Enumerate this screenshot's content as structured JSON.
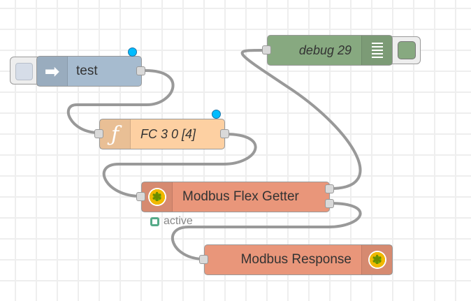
{
  "flow": {
    "nodes": [
      {
        "id": "inject",
        "type": "inject",
        "label": "test",
        "icon": "arrow-right-icon",
        "color": "#a6bbcf",
        "changed": true
      },
      {
        "id": "function",
        "type": "function",
        "label": "FC 3 0 [4]",
        "icon": "function-icon",
        "color": "#fdd0a2",
        "changed": true
      },
      {
        "id": "getter",
        "type": "modbus-flex-getter",
        "label": "Modbus Flex Getter",
        "icon": "modbus-icon",
        "color": "#e9967a",
        "status": "active",
        "status_color": "#5a8"
      },
      {
        "id": "response",
        "type": "modbus-response",
        "label": "Modbus Response",
        "icon": "modbus-icon",
        "color": "#e9967a"
      },
      {
        "id": "debug",
        "type": "debug",
        "label": "debug 29",
        "icon": "list-icon",
        "color": "#87a980"
      }
    ],
    "wires": [
      {
        "from": "inject",
        "to": "function"
      },
      {
        "from": "function",
        "to": "getter"
      },
      {
        "from": "getter",
        "port": 0,
        "to": "debug"
      },
      {
        "from": "getter",
        "port": 1,
        "to": "response"
      }
    ]
  }
}
